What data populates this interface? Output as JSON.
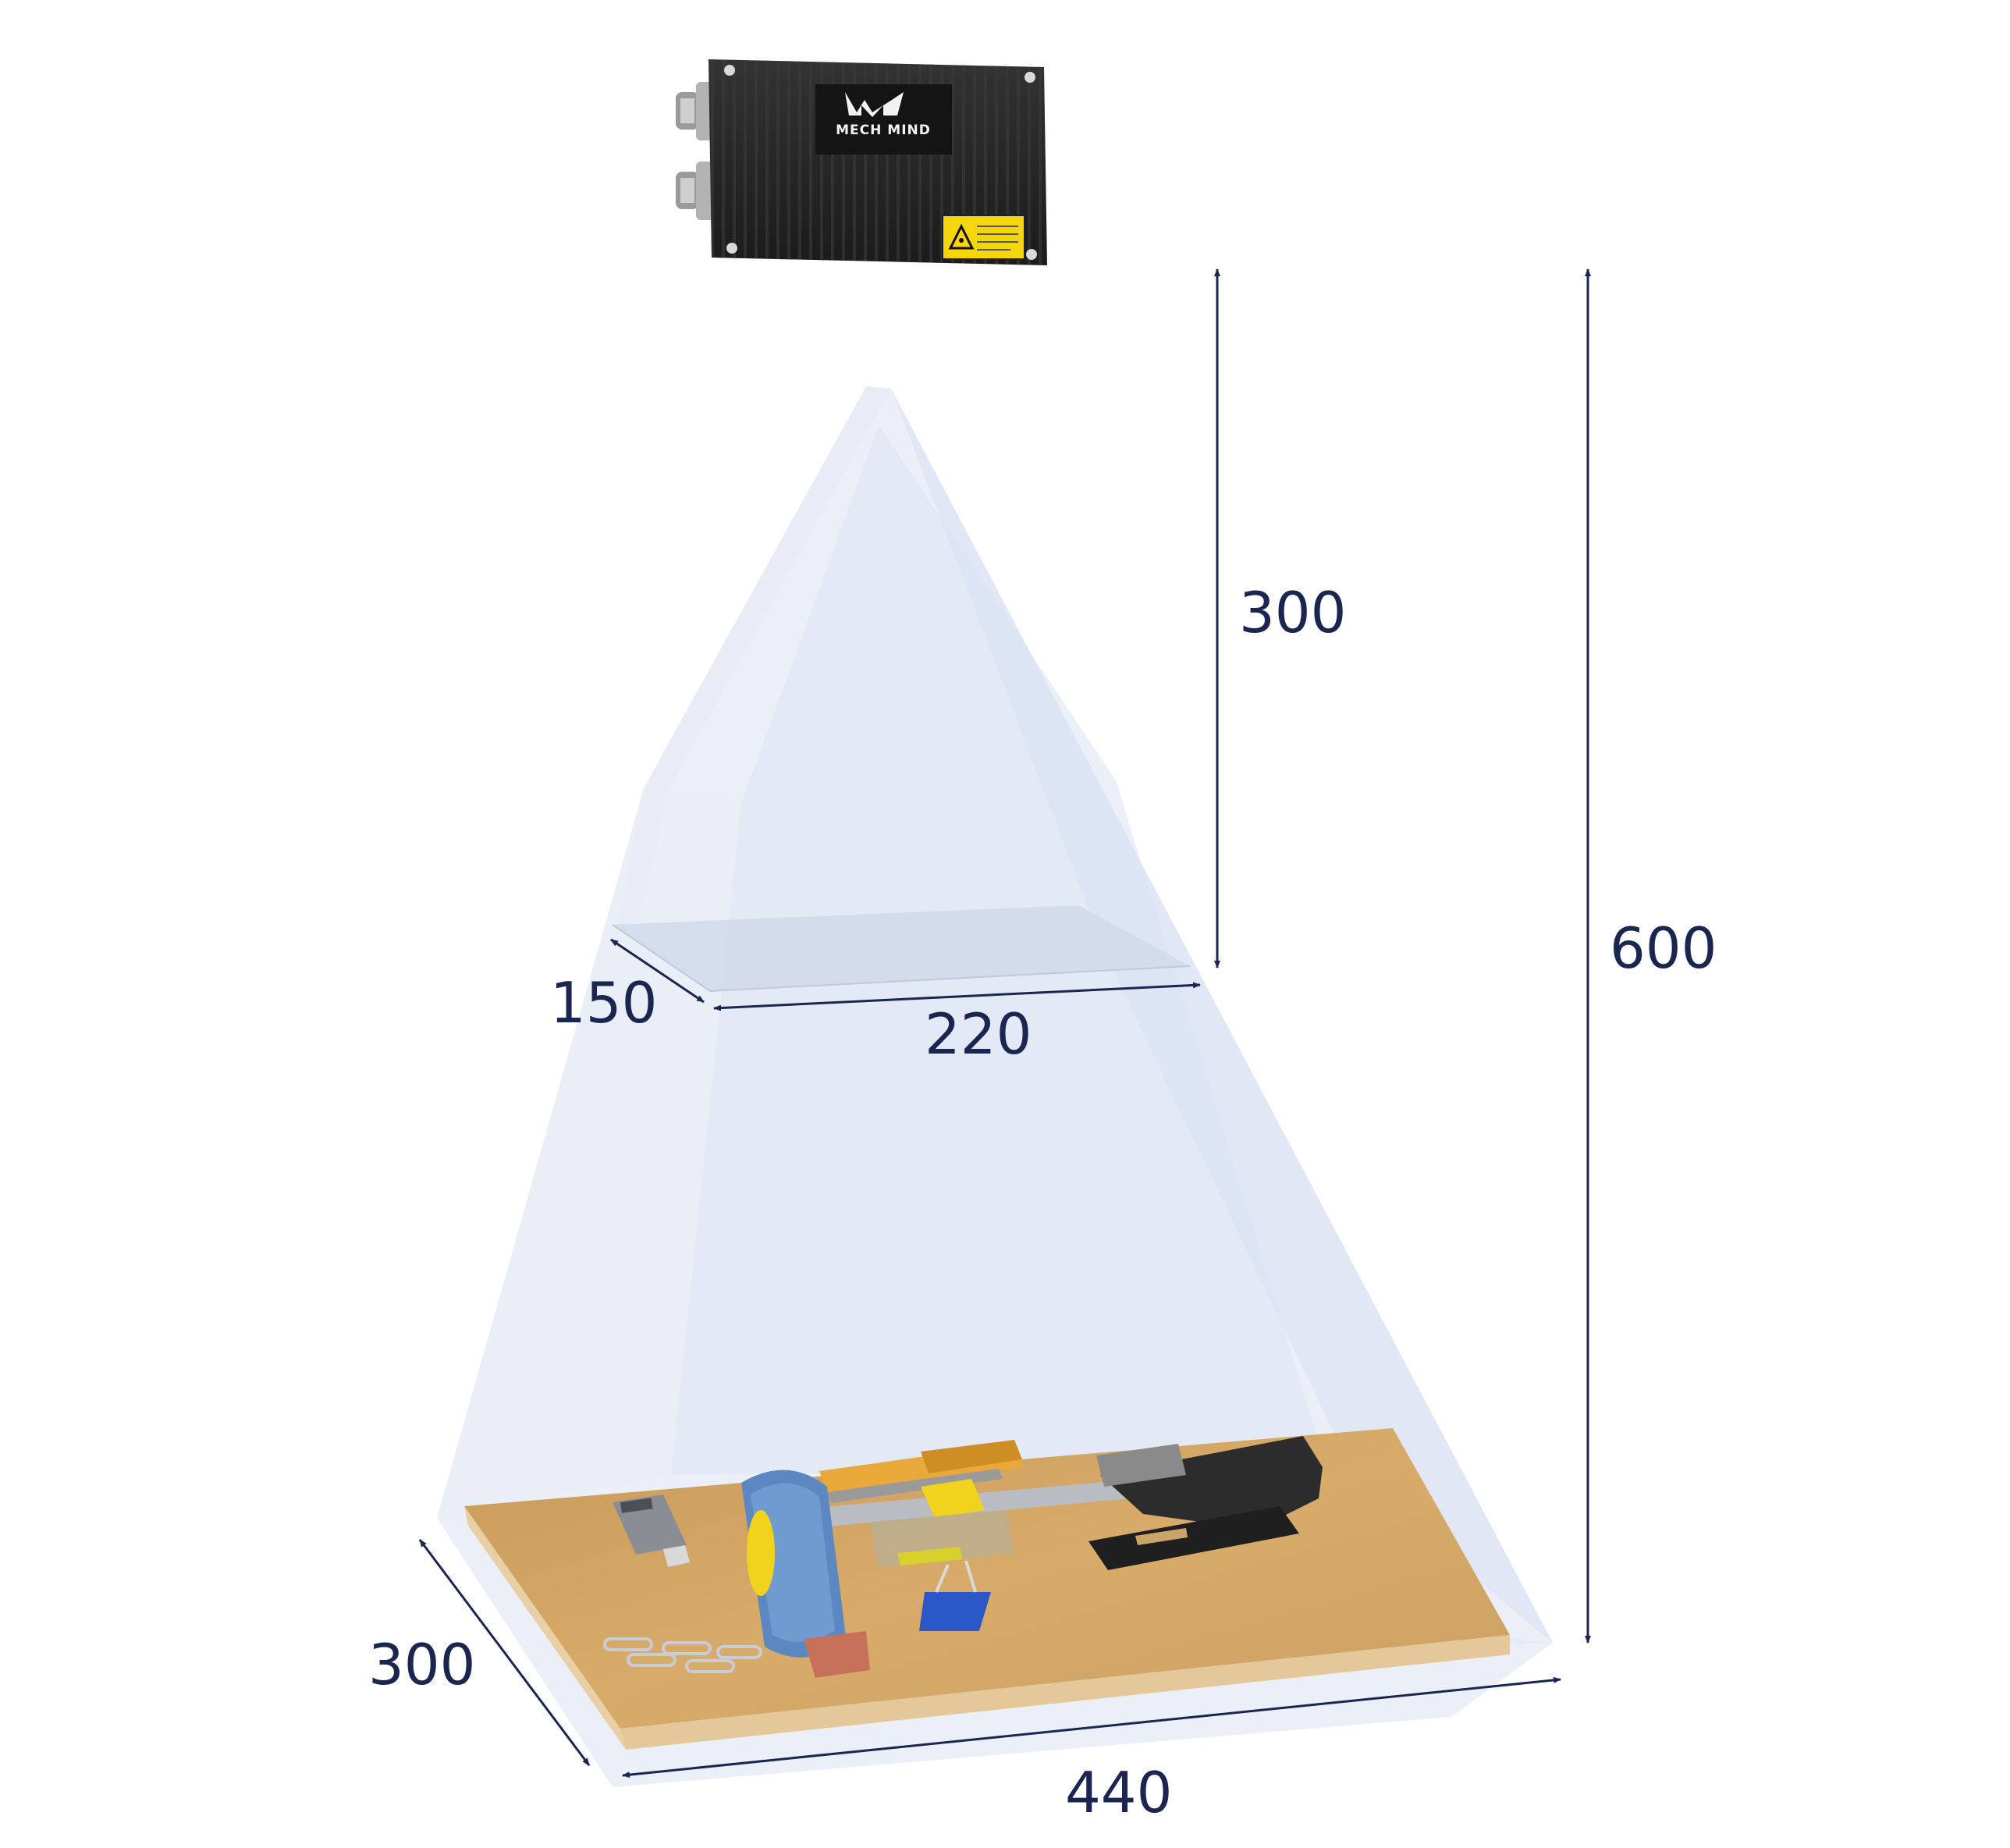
{
  "camera": {
    "brand_text": "MECH MIND",
    "body_color": "#262626",
    "warning_label_color": "#f5d60a"
  },
  "dimensions": {
    "near_distance": "300",
    "far_distance": "600",
    "near_depth": "150",
    "near_width": "220",
    "far_depth": "300",
    "far_width": "440"
  },
  "colors": {
    "dimension": "#1a2550",
    "fov_volume": "#dfe6f5",
    "board": "#d8ab6a"
  },
  "objects": {
    "tape_measure_color": "#5b88c0",
    "utility_knife_color": "#e8a83a",
    "stapler_color": "#2c2c2c",
    "binder_clip_color": "#2b57c8"
  }
}
